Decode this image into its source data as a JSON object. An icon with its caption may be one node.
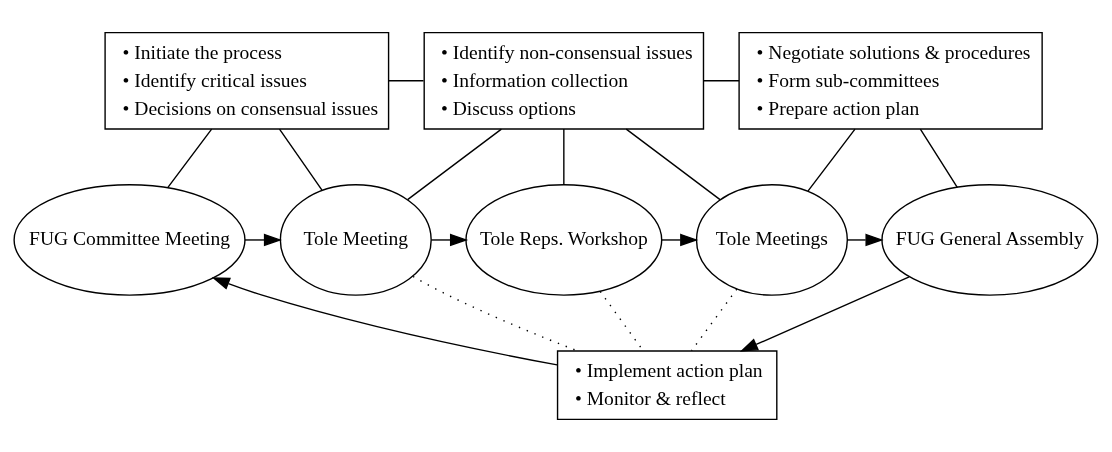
{
  "diagram": {
    "nodes": [
      {
        "text": [
          "• Initiate the process",
          "• Identify critical issues",
          "• Decisions on consensual issues"
        ]
      },
      {
        "text": [
          "• Identify non-consensual issues",
          "• Information collection",
          "• Discuss options"
        ]
      },
      {
        "text": [
          "• Negotiate solutions & procedures",
          "• Form sub-committees",
          "• Prepare action plan"
        ]
      },
      {
        "text": [
          "FUG Committee Meeting"
        ]
      },
      {
        "text": [
          "Tole Meeting"
        ]
      },
      {
        "text": [
          "Tole Reps. Workshop"
        ]
      },
      {
        "text": [
          "Tole Meetings"
        ]
      },
      {
        "text": [
          "FUG General Assembly"
        ]
      },
      {
        "text": [
          "• Implement action plan",
          "• Monitor & reflect"
        ]
      }
    ],
    "edges": [
      {
        "from": 0,
        "to": 1,
        "arrow": "none"
      },
      {
        "from": 1,
        "to": 2,
        "arrow": "none"
      },
      {
        "from": 0,
        "to": 3,
        "arrow": "none"
      },
      {
        "from": 0,
        "to": 4,
        "arrow": "none"
      },
      {
        "from": 1,
        "to": 4,
        "arrow": "none"
      },
      {
        "from": 1,
        "to": 5,
        "arrow": "none"
      },
      {
        "from": 1,
        "to": 6,
        "arrow": "none"
      },
      {
        "from": 2,
        "to": 6,
        "arrow": "none"
      },
      {
        "from": 2,
        "to": 7,
        "arrow": "none"
      },
      {
        "from": 3,
        "to": 4,
        "arrow": "to"
      },
      {
        "from": 4,
        "to": 5,
        "arrow": "to"
      },
      {
        "from": 5,
        "to": 6,
        "arrow": "to"
      },
      {
        "from": 6,
        "to": 7,
        "arrow": "to"
      },
      {
        "from": 4,
        "to": 8,
        "arrow": "none",
        "style": "dashed"
      },
      {
        "from": 5,
        "to": 8,
        "arrow": "none",
        "style": "dashed"
      },
      {
        "from": 6,
        "to": 8,
        "arrow": "none",
        "style": "dashed"
      },
      {
        "from": 8,
        "to": 3,
        "arrow": "to"
      },
      {
        "from": 7,
        "to": 8,
        "arrow": "to"
      }
    ]
  }
}
